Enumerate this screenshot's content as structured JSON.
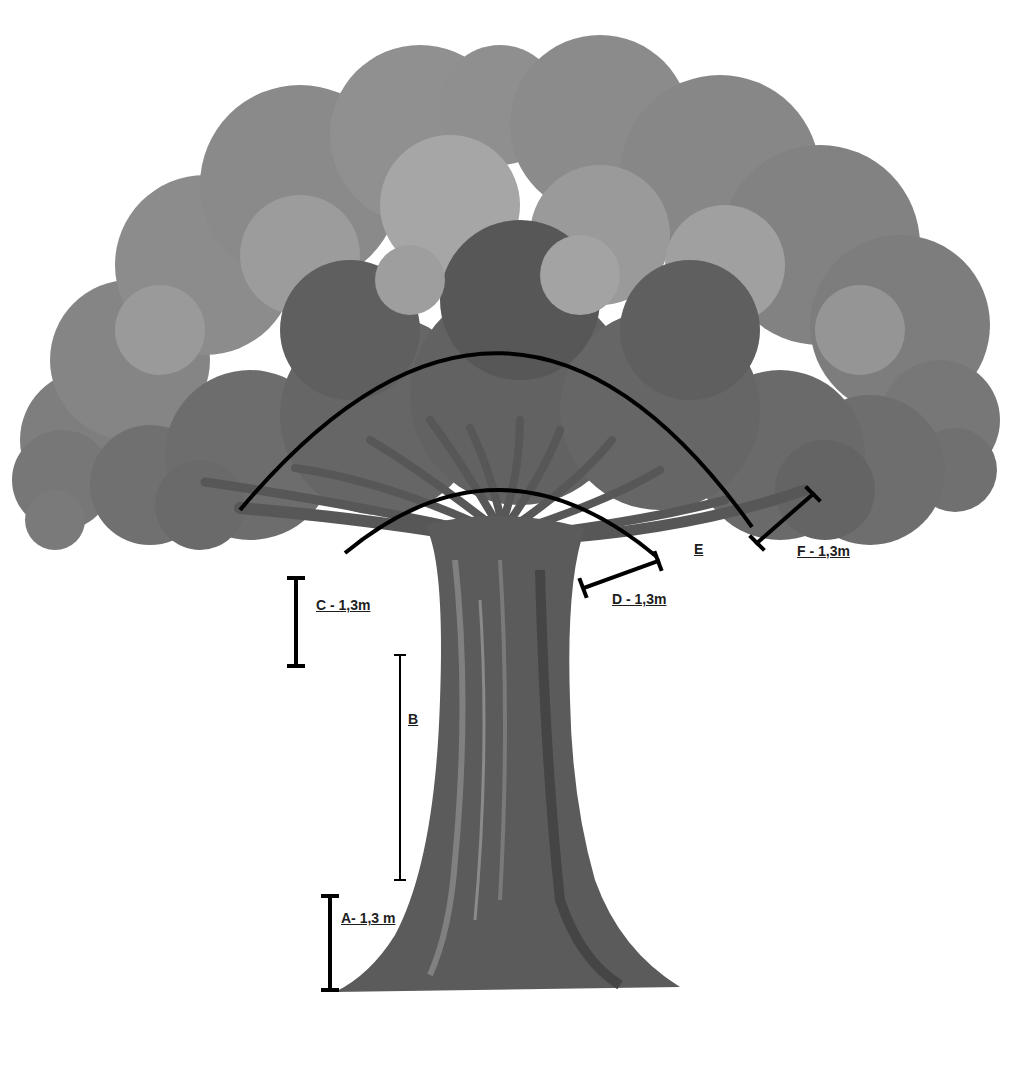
{
  "diagram": {
    "labels": [
      "C - 1,3m",
      "E",
      "D - 1,3m",
      "F - 1,3m",
      "B",
      "A- 1,3 m"
    ]
  }
}
